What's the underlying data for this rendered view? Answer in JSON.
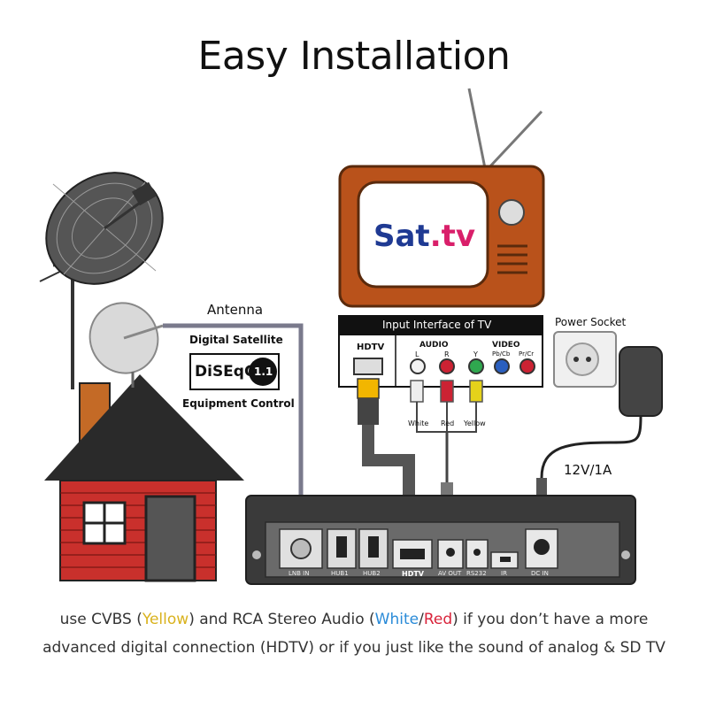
{
  "title": "Easy Installation",
  "labels": {
    "antenna": "Antenna",
    "diseqc_top": "Digital Satellite",
    "diseqc_logo": "DiSEqC",
    "diseqc_version": "1.1",
    "diseqc_bottom": "Equipment Control",
    "tv_logo_sat": "Sat",
    "tv_logo_tv": "tv",
    "input_interface": "Input Interface of TV",
    "hdtv": "HDTV",
    "audio": "AUDIO",
    "video": "VIDEO",
    "jack_l": "L",
    "jack_r": "R",
    "jack_y": "Y",
    "jack_pb": "Pb/Cb",
    "jack_pr": "Pr/Cr",
    "plug_white": "White",
    "plug_red": "Red",
    "plug_yellow": "Yellow",
    "power_socket": "Power Socket",
    "power_rating": "12V/1A",
    "port_lnb": "LNB IN",
    "port_hub1": "HUB1",
    "port_hub2": "HUB2",
    "port_hdtv": "HDTV",
    "port_av": "AV OUT",
    "port_rs232": "RS232",
    "port_ir": "IR",
    "port_dc": "DC IN"
  },
  "caption": {
    "line1_a": "use CVBS (",
    "line1_yellow": "Yellow",
    "line1_b": ") and RCA Stereo Audio (",
    "line1_white": "White",
    "line1_slash": "/",
    "line1_red": "Red",
    "line1_c": ") if you don’t have a more",
    "line2": "advanced digital connection (HDTV) or if you just like the sound of analog & SD TV"
  },
  "colors": {
    "tv_wood": "#b9521b",
    "brick": "#c9302c",
    "roof": "#2a2a2a",
    "chimney": "#c46a26",
    "cable": "#7a7a8c",
    "receiver": "#3a3a3a",
    "jack_white": "#f2f2f2",
    "jack_red": "#cc2233",
    "jack_yellow": "#e5d21a",
    "jack_green": "#2fa84f",
    "jack_blue": "#2a5fbf"
  }
}
